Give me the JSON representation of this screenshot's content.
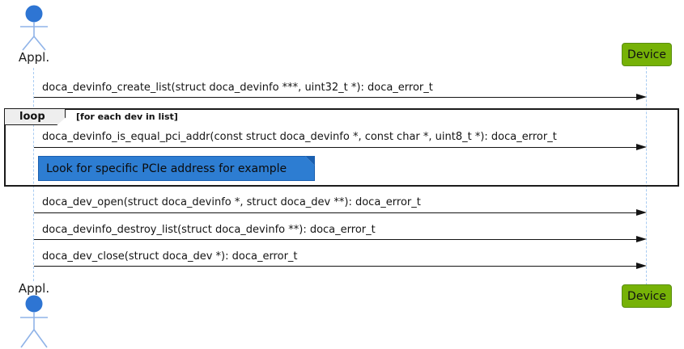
{
  "diagram": {
    "type": "uml-sequence",
    "actors": {
      "left": {
        "label": "Appl."
      },
      "right": {
        "label": "Device"
      }
    },
    "messages": [
      {
        "from": "Appl.",
        "to": "Device",
        "text": "doca_devinfo_create_list(struct doca_devinfo ***, uint32_t *): doca_error_t"
      },
      {
        "from": "Appl.",
        "to": "Device",
        "text": "doca_devinfo_is_equal_pci_addr(const struct doca_devinfo *, const char *, uint8_t *): doca_error_t"
      },
      {
        "from": "Appl.",
        "to": "Device",
        "text": "doca_dev_open(struct doca_devinfo *, struct doca_dev **): doca_error_t"
      },
      {
        "from": "Appl.",
        "to": "Device",
        "text": "doca_devinfo_destroy_list(struct doca_devinfo **): doca_error_t"
      },
      {
        "from": "Appl.",
        "to": "Device",
        "text": "doca_dev_close(struct doca_dev *): doca_error_t"
      }
    ],
    "loop_fragment": {
      "label": "loop",
      "guard": "[for each dev in list]",
      "contains_messages": [
        1
      ]
    },
    "note": {
      "text": "Look for specific PCIe address for example"
    },
    "colors": {
      "actor_head": "#2e75d3",
      "actor_limbs": "#8fb3e8",
      "lifeline": "#a9ccf2",
      "participant_fill": "#76b207",
      "participant_border": "#5b8e12",
      "note_fill": "#2d7dd2",
      "note_border": "#1a5fb0",
      "message_line": "#141414",
      "loop_border": "#1b1b1b",
      "loop_label_bg": "#eeeeee"
    }
  }
}
